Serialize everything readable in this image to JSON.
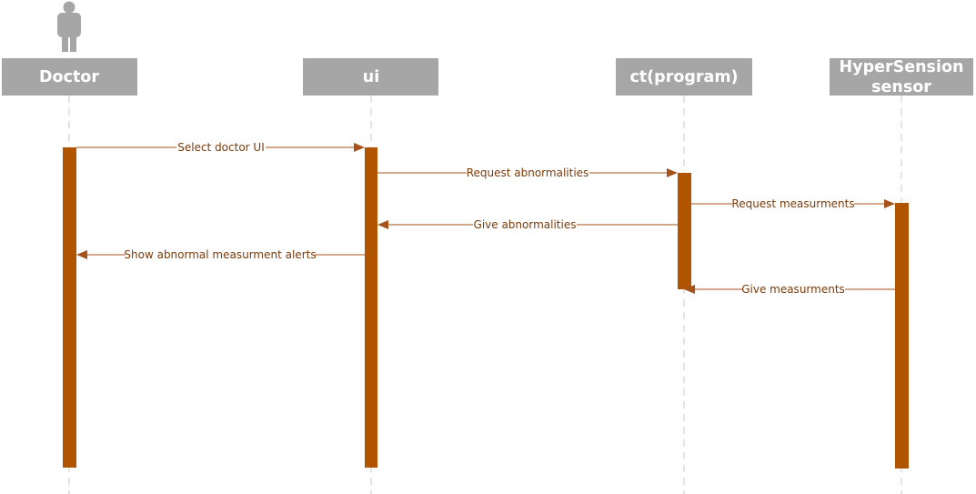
{
  "colors": {
    "header_fill": "#a6a6a6",
    "header_text": "#ffffff",
    "lifeline": "#c8c8c8",
    "activation": "#b05400",
    "arrow": "#a5531a",
    "message_text": "#7a3b0a",
    "actor_icon": "#a6a6a6"
  },
  "icons": {
    "doctor": "person-icon"
  },
  "participants": [
    {
      "id": "doctor",
      "label": "Doctor",
      "lines": [
        "Doctor"
      ]
    },
    {
      "id": "ui",
      "label": "ui",
      "lines": [
        "ui"
      ]
    },
    {
      "id": "ct",
      "label": "ct(program)",
      "lines": [
        "ct(program)"
      ]
    },
    {
      "id": "sensor",
      "label": "HyperSension sensor",
      "lines": [
        "HyperSension",
        "sensor"
      ]
    }
  ],
  "messages": [
    {
      "from": "doctor",
      "to": "ui",
      "label": "Select doctor UI"
    },
    {
      "from": "ui",
      "to": "ct",
      "label": "Request abnormalities"
    },
    {
      "from": "ct",
      "to": "sensor",
      "label": "Request measurments"
    },
    {
      "from": "ct",
      "to": "ui",
      "label": "Give abnormalities"
    },
    {
      "from": "ui",
      "to": "doctor",
      "label": "Show abnormal measurment alerts"
    },
    {
      "from": "sensor",
      "to": "ct",
      "label": "Give measurments"
    }
  ]
}
